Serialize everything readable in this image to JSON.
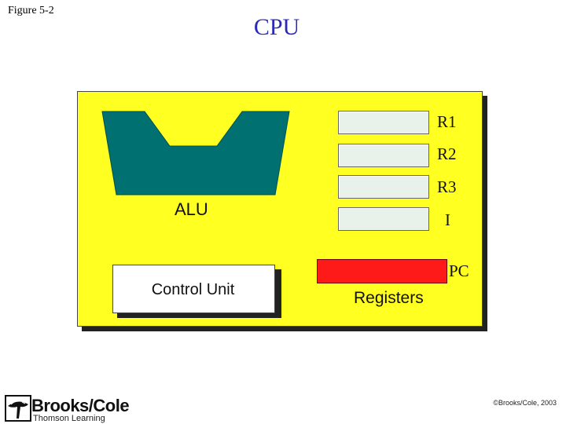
{
  "figure_label": "Figure 5-2",
  "title": "CPU",
  "diagram": {
    "alu_label": "ALU",
    "control_unit_label": "Control Unit",
    "registers_label": "Registers",
    "registers": [
      "R1",
      "R2",
      "R3",
      "I"
    ],
    "pc_label": "PC"
  },
  "colors": {
    "cpu_background": "#ffff22",
    "alu_fill": "#007070",
    "register_fill": "#e8f2ea",
    "pc_fill": "#ff1a1a",
    "title_color": "#2a2ab8"
  },
  "publisher": {
    "logo_text": "Brooks/Cole",
    "logo_subtext": "Thomson Learning",
    "copyright": "©Brooks/Cole, 2003"
  }
}
